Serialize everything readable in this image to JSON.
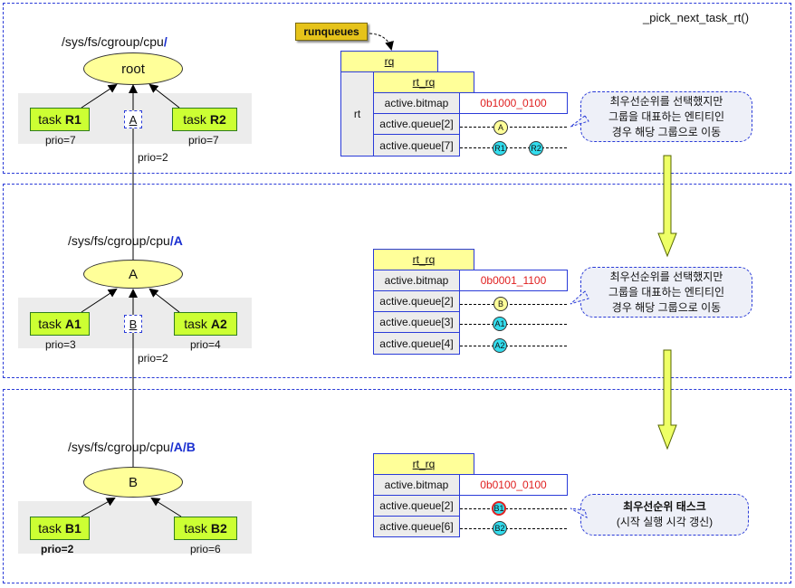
{
  "function_name": "_pick_next_task_rt()",
  "runqueues_label": "runqueues",
  "rq_label": "rq",
  "rt_label": "rt",
  "rt_rq_label": "rt_rq",
  "bitmap_label": "active.bitmap",
  "bubble_pick_group": [
    "최우선순위를 선택했지만",
    "그룹을 대표하는 엔티티인",
    "경우 해당 그룹으로 이동"
  ],
  "bubble_pick_task_title": "최우선순위 태스크",
  "bubble_pick_task_sub": "(시작 실행 시각 갱신)",
  "sections": [
    {
      "path_prefix": "/sys/fs/cgroup/cpu",
      "path_highlight": "/",
      "group_node": "root",
      "task_left": {
        "prefix": "task",
        "name": "R1",
        "prio": "prio=7"
      },
      "task_right": {
        "prefix": "task",
        "name": "R2",
        "prio": "prio=7"
      },
      "child_group": {
        "name": "A",
        "prio": "prio=2"
      },
      "bitmap_value": "0b1000_0100",
      "queues": [
        {
          "label": "active.queue[2]",
          "nodes": [
            "A"
          ]
        },
        {
          "label": "active.queue[7]",
          "nodes": [
            "R1",
            "R2"
          ]
        }
      ]
    },
    {
      "path_prefix": "/sys/fs/cgroup/cpu",
      "path_highlight": "/A",
      "group_node": "A",
      "task_left": {
        "prefix": "task",
        "name": "A1",
        "prio": "prio=3"
      },
      "task_right": {
        "prefix": "task",
        "name": "A2",
        "prio": "prio=4"
      },
      "child_group": {
        "name": "B",
        "prio": "prio=2"
      },
      "bitmap_value": "0b0001_1100",
      "queues": [
        {
          "label": "active.queue[2]",
          "nodes": [
            "B"
          ]
        },
        {
          "label": "active.queue[3]",
          "nodes": [
            "A1"
          ]
        },
        {
          "label": "active.queue[4]",
          "nodes": [
            "A2"
          ]
        }
      ]
    },
    {
      "path_prefix": "/sys/fs/cgroup/cpu",
      "path_highlight": "/A/B",
      "group_node": "B",
      "task_left": {
        "prefix": "task",
        "name": "B1",
        "prio": "prio=2"
      },
      "task_right": {
        "prefix": "task",
        "name": "B2",
        "prio": "prio=6"
      },
      "bitmap_value": "0b0100_0100",
      "queues": [
        {
          "label": "active.queue[2]",
          "nodes": [
            "B1"
          ]
        },
        {
          "label": "active.queue[6]",
          "nodes": [
            "B2"
          ]
        }
      ]
    }
  ],
  "colors": {
    "section_border": "#2a3bd8",
    "group_fill": "#ffff99",
    "task_fill": "#ccff33",
    "bitmap_value": "#e02020",
    "task_node_fill": "#33ddee",
    "runqueues_fill": "#e6c31a",
    "down_arrow_fill": "#eeff66"
  }
}
